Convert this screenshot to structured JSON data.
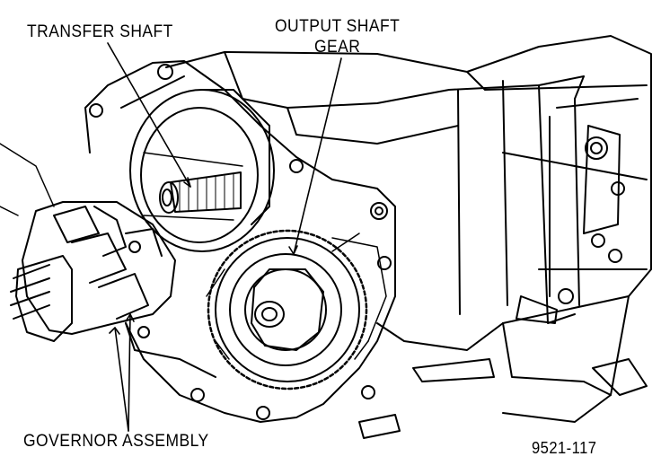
{
  "labels": {
    "transfer_shaft": "TRANSFER SHAFT",
    "output_shaft_gear_line1": "OUTPUT SHAFT",
    "output_shaft_gear_line2": "GEAR",
    "governor_assembly": "GOVERNOR ASSEMBLY",
    "figure_number": "9521-117"
  },
  "colors": {
    "ink": "#000000",
    "paper": "#ffffff"
  }
}
